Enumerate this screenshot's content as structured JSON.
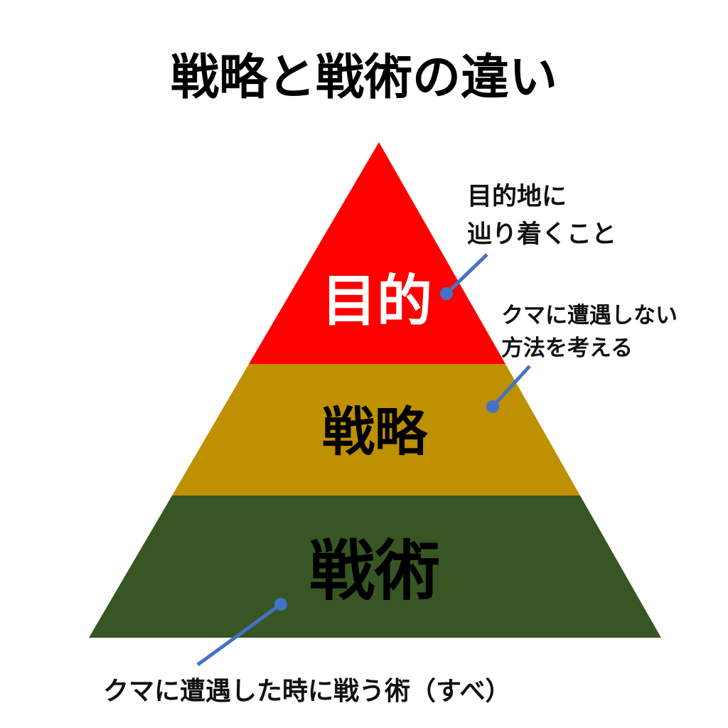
{
  "title": "戦略と戦術の違い",
  "colors": {
    "purpose": "#FF0000",
    "strategy": "#BF9000",
    "tactics": "#375623",
    "pointer": "#4472C4"
  },
  "pyramid": {
    "levels": [
      {
        "label": "目的"
      },
      {
        "label": "戦略"
      },
      {
        "label": "戦術"
      }
    ]
  },
  "annotations": {
    "purpose": {
      "line1": "目的地に",
      "line2": "辿り着くこと"
    },
    "strategy": {
      "line1": "クマに遭遇しない",
      "line2": "方法を考える"
    },
    "tactics": {
      "line1": "クマに遭遇した時に戦う術（すべ）"
    }
  }
}
